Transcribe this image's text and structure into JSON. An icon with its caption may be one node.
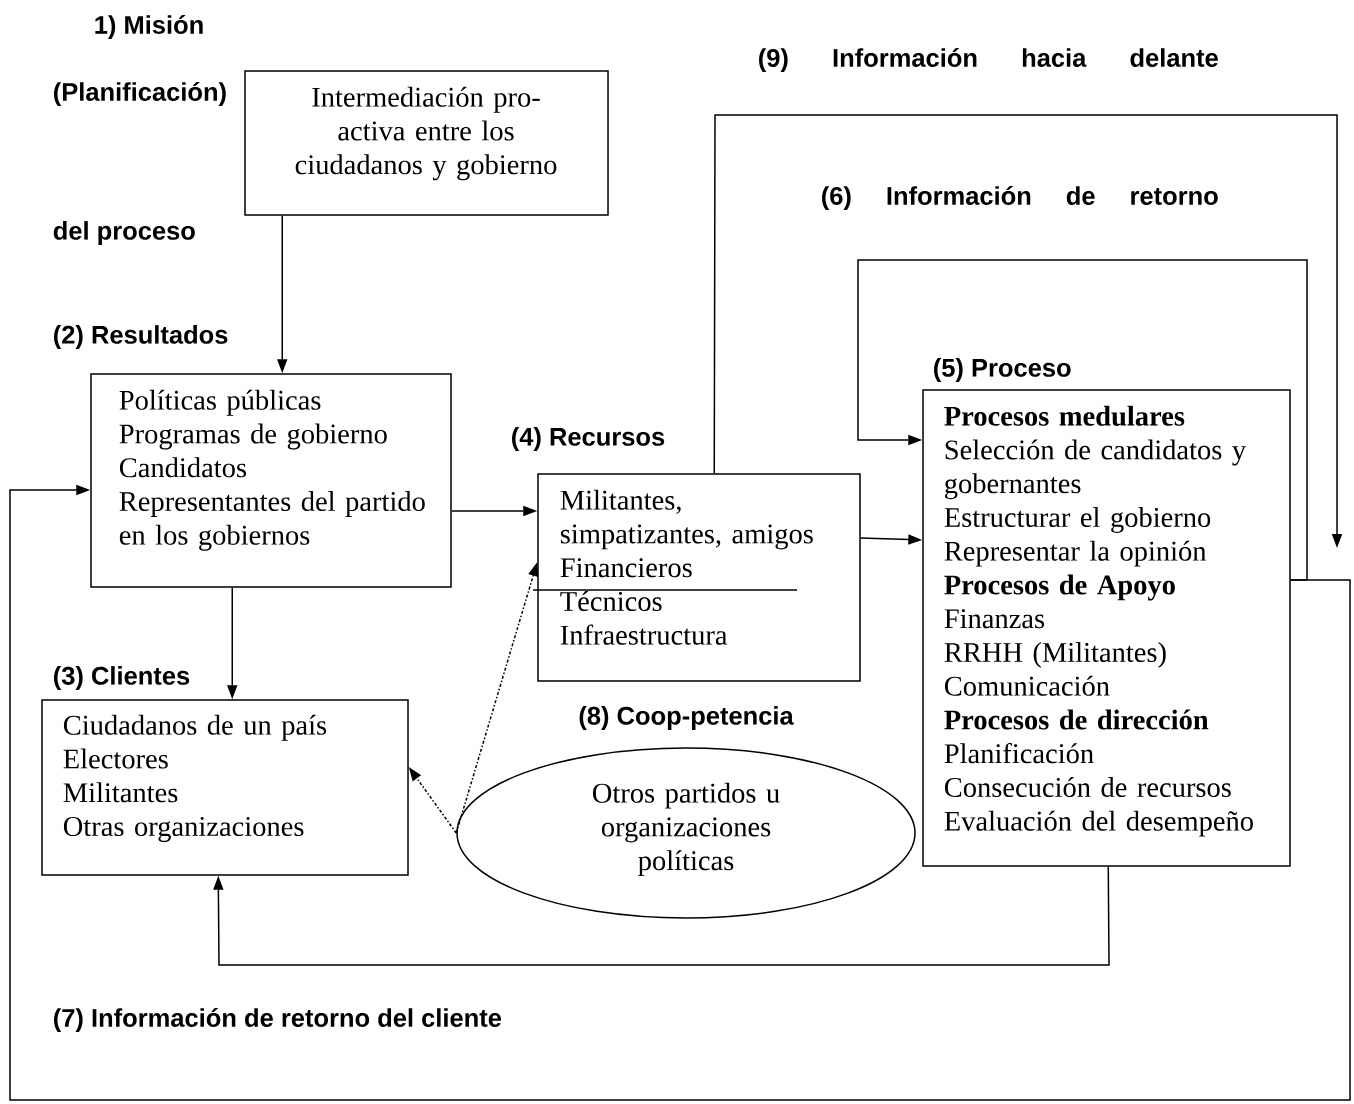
{
  "diagram": {
    "nodes": [
      {
        "text": [
          "Intermediación pro-activa entre los ciudadanos y gobierno"
        ]
      },
      {
        "text": [
          "(2) Resultados",
          "Políticas públicas",
          "Programas de gobierno",
          "Candidatos",
          "Representantes del partido en los gobiernos"
        ]
      },
      {
        "text": [
          "(3) Clientes",
          "Ciudadanos de un país",
          "Electores",
          "Militantes",
          "Otras organizaciones"
        ]
      },
      {
        "text": [
          "(4) Recursos",
          "Militantes, simpatizantes, amigos",
          "Financieros",
          "Técnicos",
          "Infraestructura"
        ]
      },
      {
        "text": [
          "(5) Proceso",
          "**Procesos medulares**",
          "Selección de candidatos y gobernantes",
          "Estructurar el gobierno",
          "Representar la opinión",
          "**Procesos de Apoyo**",
          "Finanzas",
          "RRHH (Militantes)",
          "Comunicación",
          "**Procesos de dirección**",
          "Planificación",
          "Consecución de recursos",
          "Evaluación del desempeño"
        ]
      },
      {
        "text": [
          "(8) Coop-petencia",
          "Otros partidos u organizaciones políticas"
        ]
      }
    ],
    "edges": [
      {
        "from": 0,
        "to": 1,
        "arrow": "to"
      },
      {
        "from": 1,
        "to": 2,
        "arrow": "to"
      },
      {
        "from": 1,
        "to": 3,
        "arrow": "to"
      },
      {
        "from": 3,
        "to": 4,
        "arrow": "to"
      },
      {
        "from": 4,
        "to": 2,
        "arrow": "to"
      },
      {
        "from": 4,
        "to": 1,
        "arrow": "to"
      },
      {
        "from": 4,
        "to": 4,
        "arrow": "to"
      },
      {
        "from": 3,
        "to": null,
        "arrow": "to"
      },
      {
        "from": 5,
        "to": 3,
        "arrow": "to",
        "style": "dashed"
      },
      {
        "from": 5,
        "to": 2,
        "arrow": "to",
        "style": "dashed"
      }
    ],
    "labels": [
      "1) Misión",
      "(Planificación)",
      "del proceso",
      "(9) Información hacia delante",
      "(6) Información de retorno",
      "(7) Información de retorno del cliente"
    ]
  }
}
